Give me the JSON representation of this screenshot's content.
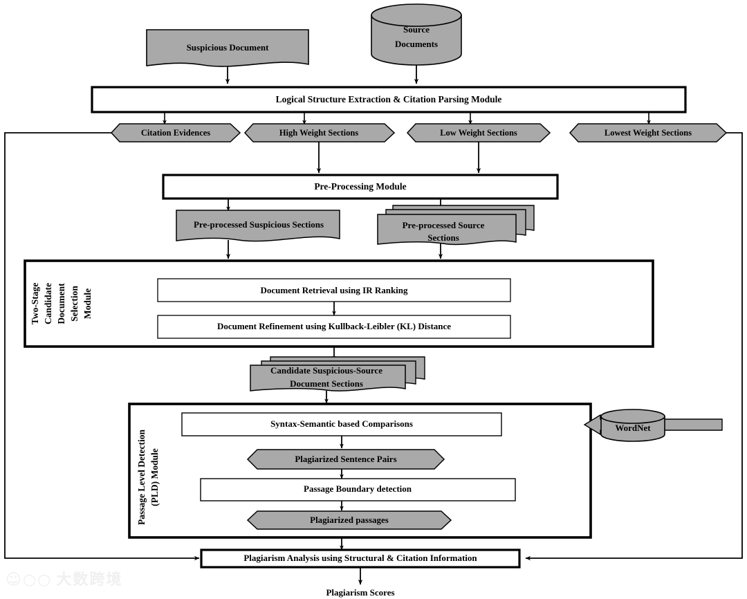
{
  "diagram": {
    "title": "Plagiarism Detection System Architecture Flowchart",
    "colors": {
      "shape_fill_gray": "#a9a9a9",
      "shape_fill_white": "#ffffff",
      "stroke": "#000000",
      "watermark": "#f0f0f0"
    },
    "inputs": {
      "suspicious_document": "Suspicious Document",
      "source_documents_line1": "Source",
      "source_documents_line2": "Documents"
    },
    "modules": {
      "logical_structure": "Logical Structure Extraction & Citation Parsing Module",
      "pre_processing": "Pre-Processing Module",
      "two_stage_label_lines": [
        "Two-Stage",
        "Candidate",
        "Document",
        "Selection",
        "Module"
      ],
      "pld_label_lines": [
        "Passage Level Detection",
        "(PLD) Module"
      ],
      "plagiarism_analysis": "Plagiarism Analysis using Structural & Citation Information"
    },
    "sections": [
      {
        "label": "Citation  Evidences"
      },
      {
        "label": "High Weight Sections"
      },
      {
        "label": "Low  Weight Sections"
      },
      {
        "label": "Lowest  Weight Sections"
      }
    ],
    "preprocessed": {
      "suspicious": "Pre-processed Suspicious Sections",
      "source_line1": "Pre-processed  Source",
      "source_line2": "Sections"
    },
    "two_stage_steps": [
      "Document Retrieval using  IR Ranking",
      "Document Refinement  using  Kullback-Leibler  (KL) Distance"
    ],
    "candidate_doc": {
      "line1": "Candidate Suspicious-Source",
      "line2": "Document Sections"
    },
    "pld_steps": {
      "syntax_semantic": "Syntax-Semantic  based Comparisons",
      "plagiarized_sentence_pairs": "Plagiarized Sentence Pairs",
      "passage_boundary": "Passage Boundary detection",
      "plagiarized_passages": "Plagiarized passages"
    },
    "resources": {
      "wordnet": "WordNet"
    },
    "output": {
      "plagiarism_scores": "Plagiarism  Scores"
    },
    "watermark": "大数跨境"
  }
}
